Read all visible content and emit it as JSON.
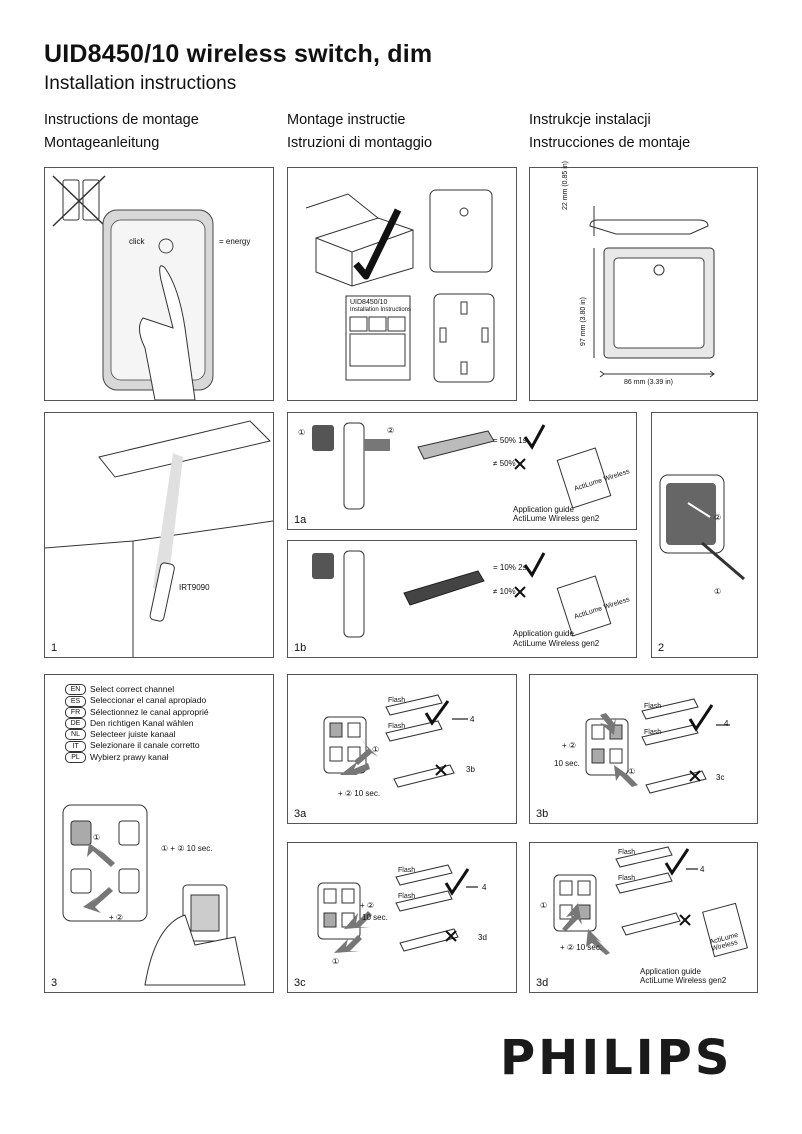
{
  "header": {
    "title": "UID8450/10 wireless switch, dim",
    "subtitle": "Installation instructions"
  },
  "languages": [
    "Instructions de montage",
    "Montageanleitung",
    "Montage instructie",
    "Istruzioni di montaggio",
    "Instrukcje instalacji",
    "Instrucciones de montaje"
  ],
  "panel_energy": {
    "click": "click",
    "energy": "= energy"
  },
  "panel_box": {
    "manual_title": "UID8450/10",
    "manual_sub": "Installation Instructions"
  },
  "panel_dims": {
    "height_small": "22 mm (0.85 in)",
    "height_big": "97 mm (3.80 in)",
    "width": "86 mm (3.39 in)"
  },
  "panel_1": {
    "remote": "IRT9090",
    "label": "1"
  },
  "panel_1a": {
    "label": "1a",
    "step1": "①",
    "step2": "②",
    "eq": "= 50% 1s",
    "neq": "≠ 50%",
    "guide_line1": "Application guide",
    "guide_line2": "ActiLume Wireless gen2",
    "book_text": "ActiLume Wireless"
  },
  "panel_1b": {
    "label": "1b",
    "eq": "= 10% 2s",
    "neq": "≠ 10%",
    "guide_line1": "Application guide",
    "guide_line2": "ActiLume Wireless gen2",
    "book_text": "ActiLume Wireless"
  },
  "panel_2": {
    "label": "2",
    "step1": "①",
    "step2": "②"
  },
  "panel_3": {
    "label": "3",
    "instructions": [
      {
        "code": "EN",
        "text": "Select correct channel"
      },
      {
        "code": "ES",
        "text": "Seleccionar el canal apropiado"
      },
      {
        "code": "FR",
        "text": "Sélectionnez le canal approprié"
      },
      {
        "code": "DE",
        "text": "Den richtigen Kanal wählen"
      },
      {
        "code": "NL",
        "text": "Selecteer juiste kanaal"
      },
      {
        "code": "IT",
        "text": "Selezionare il canale corretto"
      },
      {
        "code": "PL",
        "text": "Wybierz prawy kanał"
      }
    ],
    "step1": "①",
    "combo": "① + ②  10 sec.",
    "plus2": "+ ②"
  },
  "panel_3a": {
    "label": "3a",
    "flash1": "Flash",
    "flash2": "Flash",
    "to4": "4",
    "to3": "3b",
    "press": "+ ②  10 sec.",
    "step1": "①"
  },
  "panel_3b": {
    "label": "3b",
    "flash1": "Flash",
    "flash2": "Flash",
    "to4": "4",
    "to3": "3c",
    "press": "+ ②",
    "sec": "10 sec.",
    "step1": "①"
  },
  "panel_3c": {
    "label": "3c",
    "flash1": "Flash",
    "flash2": "Flash",
    "to4": "4",
    "to3": "3d",
    "press": "+ ②",
    "sec": "10 sec.",
    "step1": "①"
  },
  "panel_3d": {
    "label": "3d",
    "flash1": "Flash",
    "flash2": "Flash",
    "to4": "4",
    "press": "+ ②  10 sec.",
    "step1": "①",
    "guide_line1": "Application guide",
    "guide_line2": "ActiLume Wireless gen2",
    "book_text": "ActiLume Wireless"
  },
  "brand": "PHILIPS"
}
